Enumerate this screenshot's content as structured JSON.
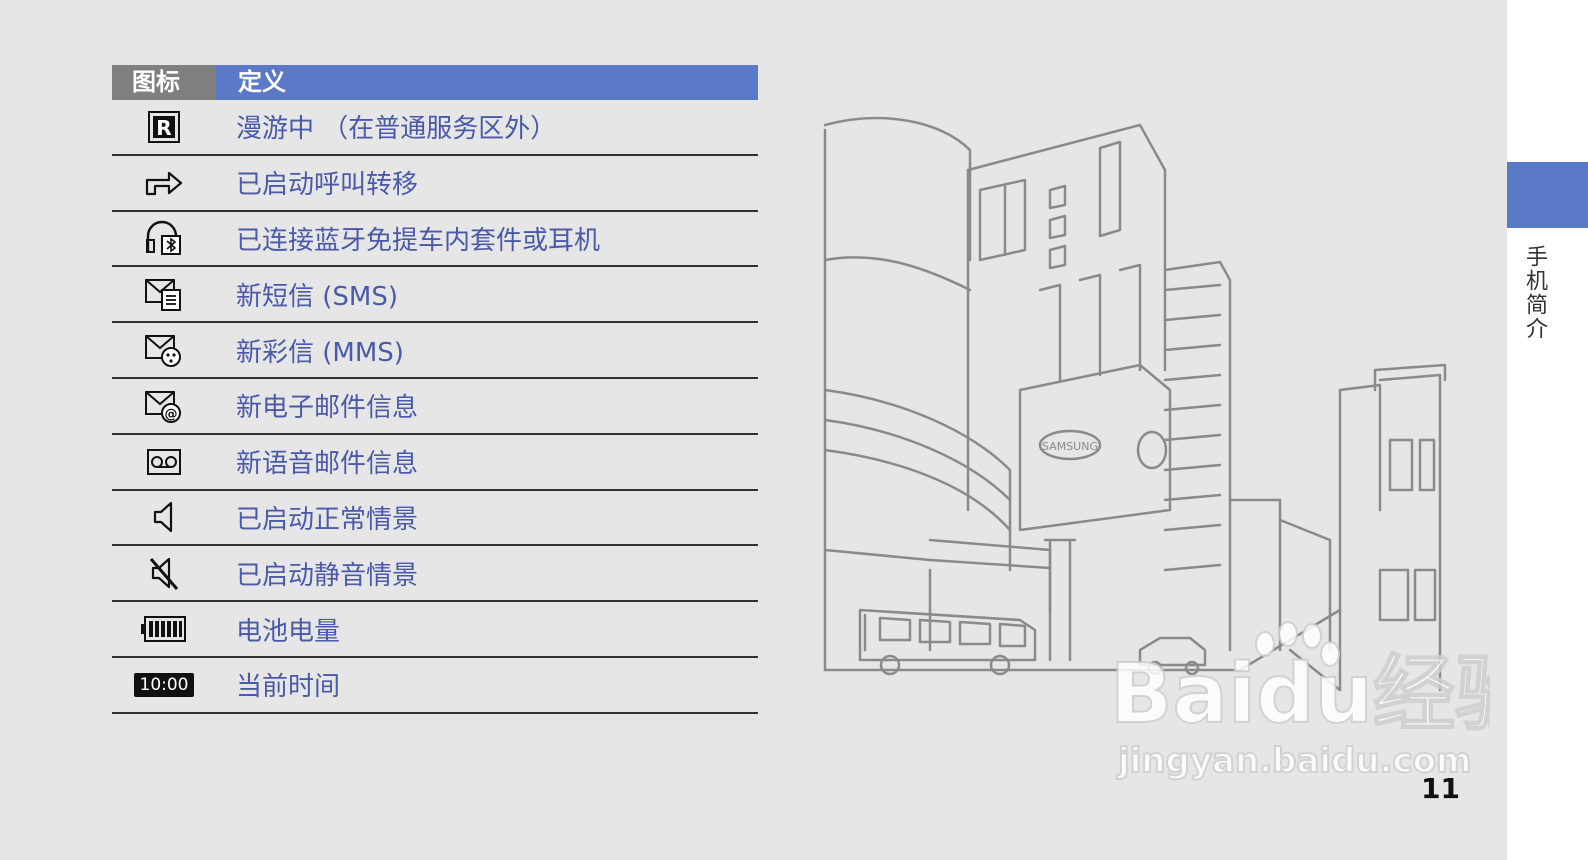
{
  "header": {
    "icon_col": "图标",
    "def_col": "定义"
  },
  "rows": [
    {
      "icon": "roaming-icon",
      "label": "漫游中 （在普通服务区外）"
    },
    {
      "icon": "call-forward-icon",
      "label": "已启动呼叫转移"
    },
    {
      "icon": "bluetooth-headset-icon",
      "label": "已连接蓝牙免提车内套件或耳机"
    },
    {
      "icon": "sms-icon",
      "label": "新短信 (SMS)"
    },
    {
      "icon": "mms-icon",
      "label": "新彩信 (MMS)"
    },
    {
      "icon": "email-icon",
      "label": "新电子邮件信息"
    },
    {
      "icon": "voicemail-icon",
      "label": "新语音邮件信息"
    },
    {
      "icon": "speaker-normal-icon",
      "label": "已启动正常情景"
    },
    {
      "icon": "speaker-silent-icon",
      "label": "已启动静音情景"
    },
    {
      "icon": "battery-icon",
      "label": "电池电量"
    },
    {
      "icon": "clock-icon",
      "label": "当前时间",
      "icon_text": "10:00"
    }
  ],
  "side_tab": {
    "label": "手机简介"
  },
  "page_number": "11",
  "illustration_sign": "SAMSUNG",
  "watermark": {
    "line1": "Baidu经验",
    "line2": "jingyan.baidu.com"
  },
  "colors": {
    "accent": "#5a79c7",
    "header_gray": "#7f7f7f",
    "text_blue": "#4a5aa8",
    "page_bg": "#e6e6e6"
  }
}
